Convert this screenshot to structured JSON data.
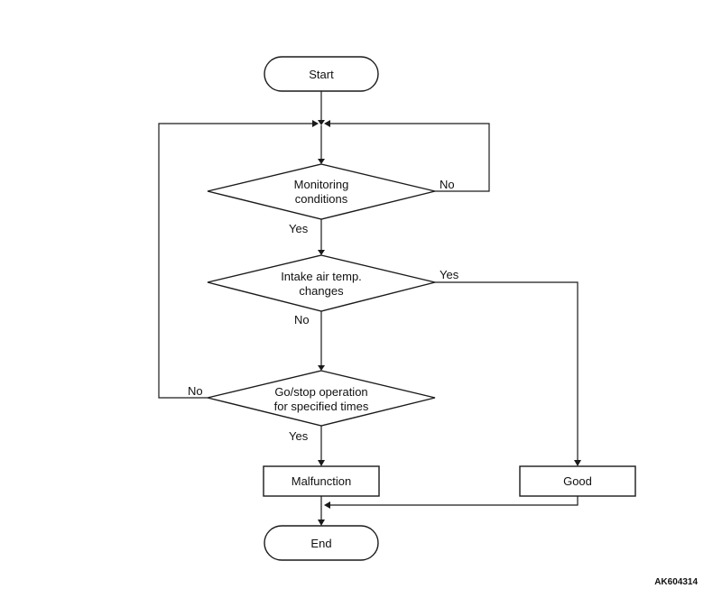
{
  "nodes": {
    "start": "Start",
    "monitoring": [
      "Monitoring",
      "conditions"
    ],
    "intake": [
      "Intake air temp.",
      "changes"
    ],
    "gostop": [
      "Go/stop operation",
      "for specified times"
    ],
    "malfunction": "Malfunction",
    "good": "Good",
    "end": "End"
  },
  "edges": {
    "monitoring_no": "No",
    "monitoring_yes": "Yes",
    "intake_yes": "Yes",
    "intake_no": "No",
    "gostop_no": "No",
    "gostop_yes": "Yes"
  },
  "figure_code": "AK604314"
}
